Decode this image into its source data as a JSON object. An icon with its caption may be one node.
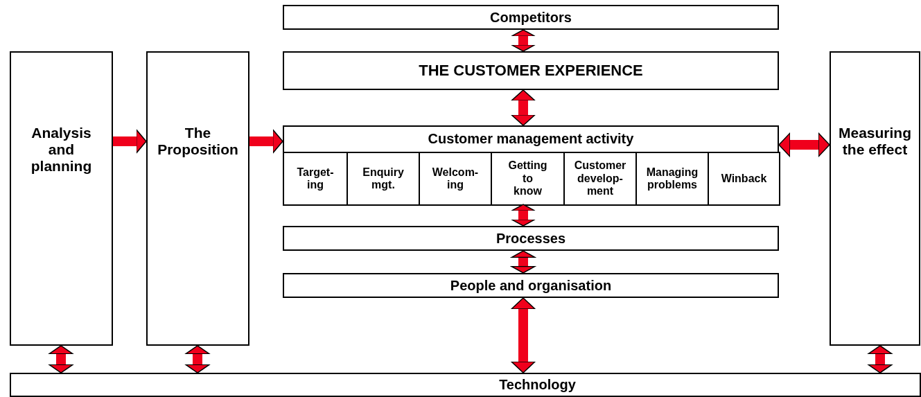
{
  "diagram": {
    "nodes": [
      {
        "text": [
          "Competitors"
        ]
      },
      {
        "text": [
          "THE CUSTOMER EXPERIENCE"
        ]
      },
      {
        "text": [
          "Analysis and planning"
        ]
      },
      {
        "text": [
          "The Proposition"
        ]
      },
      {
        "text": [
          "Customer management activity"
        ]
      },
      {
        "text": [
          "Target- ing"
        ],
        "in": 4
      },
      {
        "text": [
          "Enquiry mgt."
        ],
        "in": 4
      },
      {
        "text": [
          "Welcom- ing"
        ],
        "in": 4
      },
      {
        "text": [
          "Getting to know"
        ],
        "in": 4
      },
      {
        "text": [
          "Customer develop- ment"
        ],
        "in": 4
      },
      {
        "text": [
          "Managing problems"
        ],
        "in": 4
      },
      {
        "text": [
          "Winback"
        ],
        "in": 4
      },
      {
        "text": [
          "Measuring the effect"
        ]
      },
      {
        "text": [
          "Processes"
        ]
      },
      {
        "text": [
          "People and organisation"
        ]
      },
      {
        "text": [
          "Technology"
        ]
      }
    ],
    "edges": [
      {
        "from": 0,
        "to": 1,
        "arrow": "both"
      },
      {
        "from": 1,
        "to": 4,
        "arrow": "both"
      },
      {
        "from": 2,
        "to": 3,
        "arrow": "to"
      },
      {
        "from": 3,
        "to": 4,
        "arrow": "to"
      },
      {
        "from": 4,
        "to": 12,
        "arrow": "both"
      },
      {
        "from": 4,
        "to": 13,
        "arrow": "both"
      },
      {
        "from": 13,
        "to": 14,
        "arrow": "both"
      },
      {
        "from": 14,
        "to": 15,
        "arrow": "both"
      },
      {
        "from": 2,
        "to": 15,
        "arrow": "both"
      },
      {
        "from": 3,
        "to": 15,
        "arrow": "both"
      },
      {
        "from": 12,
        "to": 15,
        "arrow": "both"
      }
    ]
  }
}
